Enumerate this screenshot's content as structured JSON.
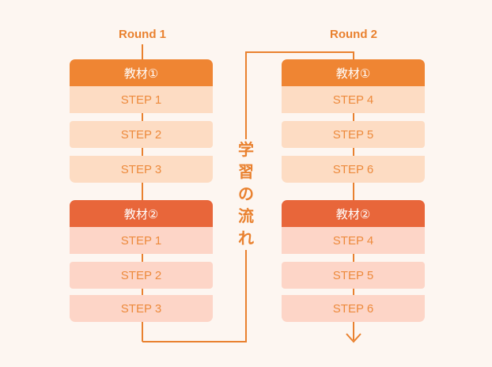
{
  "rounds": [
    {
      "title": "Round 1",
      "materials": [
        {
          "header": "教材①",
          "steps": [
            "STEP 1",
            "STEP 2",
            "STEP 3"
          ]
        },
        {
          "header": "教材②",
          "steps": [
            "STEP 1",
            "STEP 2",
            "STEP 3"
          ]
        }
      ]
    },
    {
      "title": "Round 2",
      "materials": [
        {
          "header": "教材①",
          "steps": [
            "STEP 4",
            "STEP 5",
            "STEP 6"
          ]
        },
        {
          "header": "教材②",
          "steps": [
            "STEP 4",
            "STEP 5",
            "STEP 6"
          ]
        }
      ]
    }
  ],
  "flow_label": [
    "学",
    "習",
    "の",
    "流",
    "れ"
  ],
  "colors": {
    "background": "#fdf6f1",
    "accent": "#e9812f",
    "material1_header": "#ef8533",
    "material2_header": "#e8663a",
    "material1_step": "#fddcc3",
    "material2_step": "#fdd5c7"
  }
}
